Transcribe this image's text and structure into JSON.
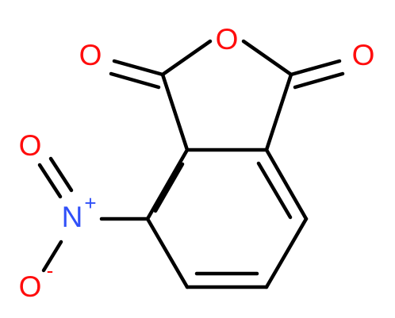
{
  "molecule": {
    "atoms": {
      "o_ring": {
        "symbol": "O",
        "color": "#ff0d0d"
      },
      "o_carbonyl_left": {
        "symbol": "O",
        "color": "#ff0d0d"
      },
      "o_carbonyl_right": {
        "symbol": "O",
        "color": "#ff0d0d"
      },
      "n_nitro": {
        "symbol": "N",
        "charge": "+",
        "color": "#3050f8"
      },
      "o_nitro_double": {
        "symbol": "O",
        "color": "#ff0d0d"
      },
      "o_nitro_single": {
        "symbol": "O",
        "charge": "-",
        "color": "#ff0d0d"
      }
    },
    "bond_color": "#000000"
  }
}
